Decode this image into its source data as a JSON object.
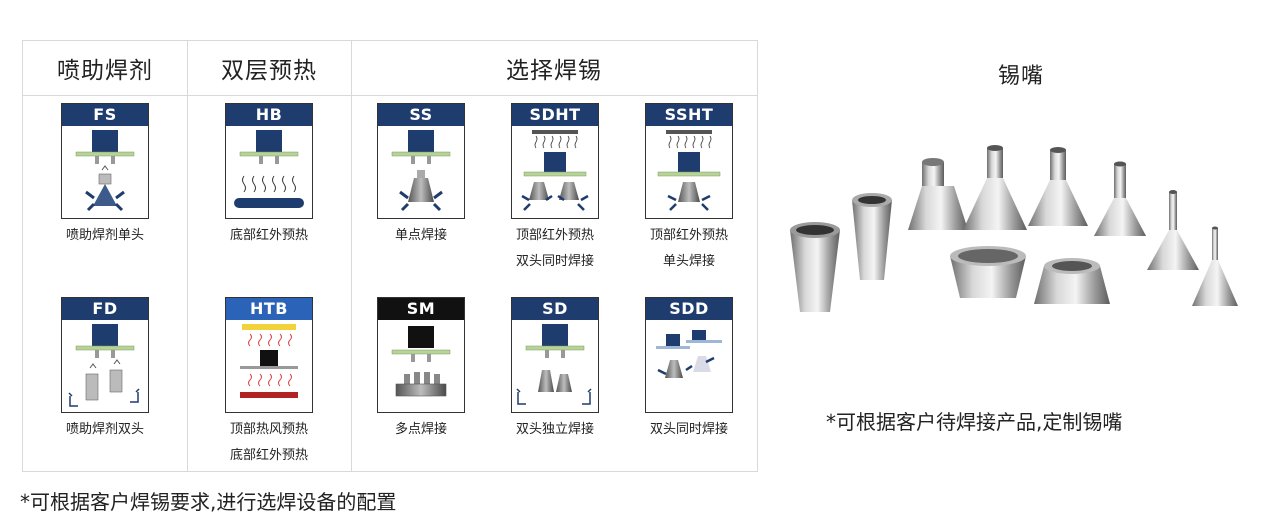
{
  "table": {
    "headers": [
      "喷助焊剂",
      "双层预热",
      "选择焊锡"
    ],
    "row1": [
      {
        "code": "FS",
        "caption": [
          "喷助焊剂单头"
        ]
      },
      {
        "code": "HB",
        "caption": [
          "底部红外预热"
        ]
      },
      {
        "code": "SS",
        "caption": [
          "单点焊接"
        ]
      },
      {
        "code": "SDHT",
        "caption": [
          "顶部红外预热",
          "双头同时焊接"
        ]
      },
      {
        "code": "SSHT",
        "caption": [
          "顶部红外预热",
          "单头焊接"
        ]
      }
    ],
    "row2": [
      {
        "code": "FD",
        "caption": [
          "喷助焊剂双头"
        ]
      },
      {
        "code": "HTB",
        "caption": [
          "顶部热风预热",
          "底部红外预热"
        ]
      },
      {
        "code": "SM",
        "caption": [
          "多点焊接"
        ]
      },
      {
        "code": "SD",
        "caption": [
          "双头独立焊接"
        ]
      },
      {
        "code": "SDD",
        "caption": [
          "双头同时焊接"
        ]
      }
    ]
  },
  "nozzle": {
    "title": "锡嘴",
    "note": "*可根据客户待焊接产品,定制锡嘴"
  },
  "footer_note": "*可根据客户焊锡要求,进行选焊设备的配置",
  "colors": {
    "card_header": "#1f3c6e",
    "sm_header": "#111111",
    "htb_header": "#2a63b8",
    "grid": "#d9d9d9"
  }
}
